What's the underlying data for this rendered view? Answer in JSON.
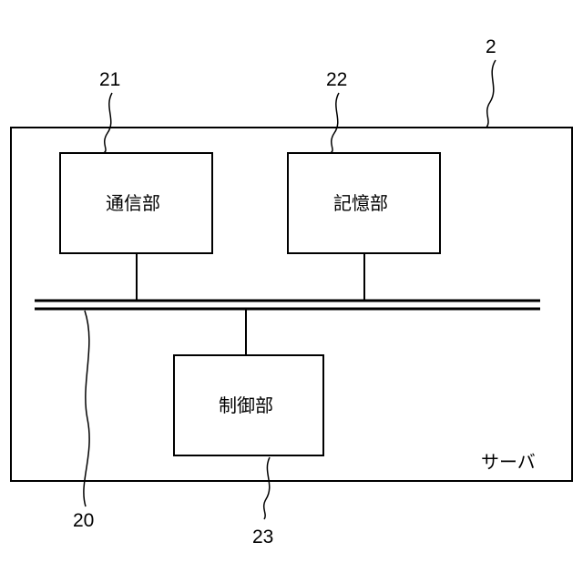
{
  "server": {
    "ref": "2",
    "label": "サーバ"
  },
  "bus": {
    "ref": "20"
  },
  "communication_unit": {
    "ref": "21",
    "label": "通信部"
  },
  "storage_unit": {
    "ref": "22",
    "label": "記憶部"
  },
  "control_unit": {
    "ref": "23",
    "label": "制御部"
  }
}
